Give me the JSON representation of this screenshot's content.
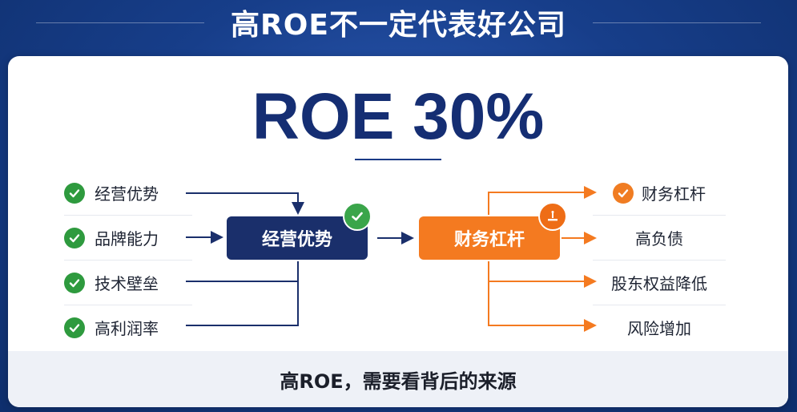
{
  "title": "高ROE不一定代表好公司",
  "hero": "ROE 30%",
  "left_items": [
    {
      "label": "经营优势",
      "icon": "check-icon"
    },
    {
      "label": "品牌能力",
      "icon": "check-icon"
    },
    {
      "label": "技术壁垒",
      "icon": "check-icon"
    },
    {
      "label": "高利润率",
      "icon": "check-icon"
    }
  ],
  "center_left": {
    "label": "经营优势",
    "badge_icon": "check-icon"
  },
  "center_right": {
    "label": "财务杠杆",
    "badge_icon": "lever-icon"
  },
  "right_items": [
    {
      "label": "财务杠杆",
      "icon": "check-icon"
    },
    {
      "label": "高负债"
    },
    {
      "label": "股东权益降低"
    },
    {
      "label": "风险增加"
    }
  ],
  "footer": "高ROE，需要看背后的来源",
  "colors": {
    "navy": "#1a2f6b",
    "orange": "#f47a20",
    "green": "#2e9a3e",
    "background": "#173e8a"
  }
}
